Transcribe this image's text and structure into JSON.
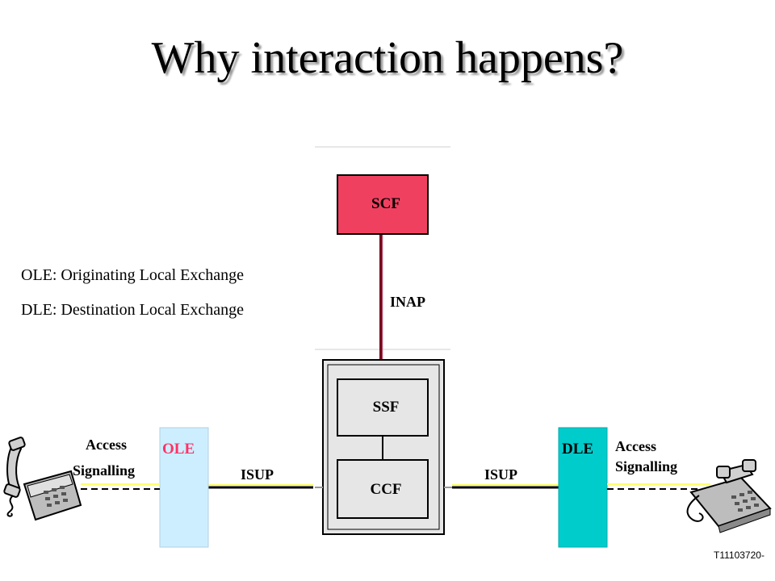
{
  "slide": {
    "title": "Why interaction happens?",
    "legend": [
      "OLE: Originating Local Exchange",
      "DLE: Destination Local Exchange"
    ],
    "footer": "T11103720-"
  },
  "nodes": {
    "scf": {
      "label": "SCF",
      "color": "#f04060"
    },
    "ssf": {
      "label": "SSF"
    },
    "ccf": {
      "label": "CCF"
    },
    "ole": {
      "label": "OLE",
      "color": "#cceeff",
      "text_color": "#ff3366"
    },
    "dle": {
      "label": "DLE",
      "color": "#00cccc"
    }
  },
  "links": {
    "inap": "INAP",
    "isup_left": "ISUP",
    "isup_right": "ISUP",
    "access_left": [
      "Access",
      "Signalling"
    ],
    "access_right": [
      "Access",
      "Signalling"
    ]
  },
  "colors": {
    "signalling_line": "#ffff66",
    "inap_line": "#7a0020",
    "switch_frame": "#e6e6e6"
  },
  "icons": {
    "left_phone": "telephone-icon",
    "right_phone": "telephone-icon"
  }
}
